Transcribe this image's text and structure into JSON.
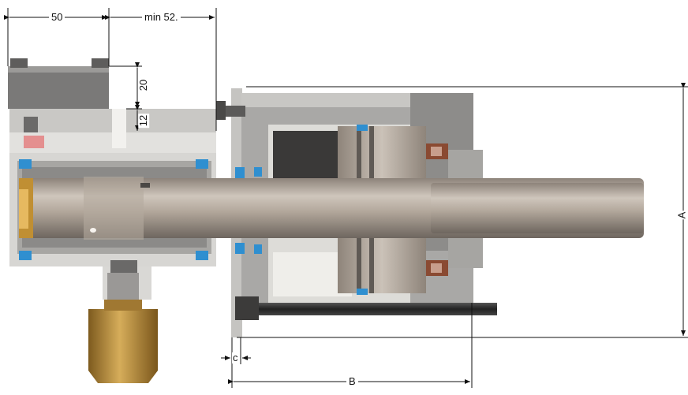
{
  "dimensions": {
    "width_50": "50",
    "min_52": "min 52.",
    "height_20": "20",
    "height_12": "12",
    "A": "A",
    "B": "B",
    "c": "c"
  },
  "colors": {
    "steel_light": "#d9d7d3",
    "steel_mid": "#a9a8a6",
    "steel_dark": "#6f6e6c",
    "rod": "#b9aea2",
    "brass": "#b58a3a",
    "seal_blue": "#2f8fd0",
    "copper": "#8a4a32",
    "red_pad": "#e48f8f",
    "line": "#111111"
  }
}
